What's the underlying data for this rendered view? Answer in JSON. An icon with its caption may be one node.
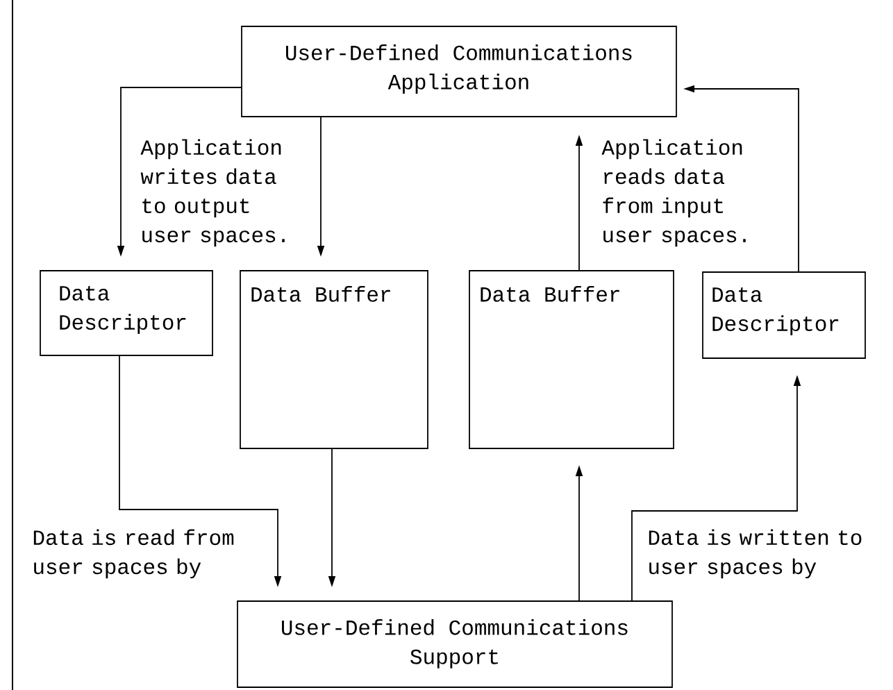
{
  "diagram": {
    "nodes": [
      {
        "text": [
          "User-Defined Communications Application"
        ]
      },
      {
        "text": [
          "Data Descriptor"
        ]
      },
      {
        "text": [
          "Data Buffer"
        ]
      },
      {
        "text": [
          "Data Buffer"
        ]
      },
      {
        "text": [
          "Data Descriptor"
        ]
      },
      {
        "text": [
          "User-Defined Communications Support"
        ]
      }
    ],
    "edges": [
      {
        "from": 0,
        "to": 1,
        "arrow": "to"
      },
      {
        "from": 0,
        "to": 2,
        "arrow": "to"
      },
      {
        "from": 3,
        "to": 0,
        "arrow": "to"
      },
      {
        "from": 4,
        "to": 0,
        "arrow": "to"
      },
      {
        "from": 1,
        "to": 5,
        "arrow": "to"
      },
      {
        "from": 2,
        "to": 5,
        "arrow": "to"
      },
      {
        "from": 5,
        "to": 3,
        "arrow": "to"
      },
      {
        "from": 5,
        "to": 4,
        "arrow": "to"
      }
    ],
    "labels": [
      "Application writes data to output user spaces.",
      "Application reads data from input user spaces.",
      "Data is read from user spaces by",
      "Data is written to user spaces by"
    ]
  }
}
